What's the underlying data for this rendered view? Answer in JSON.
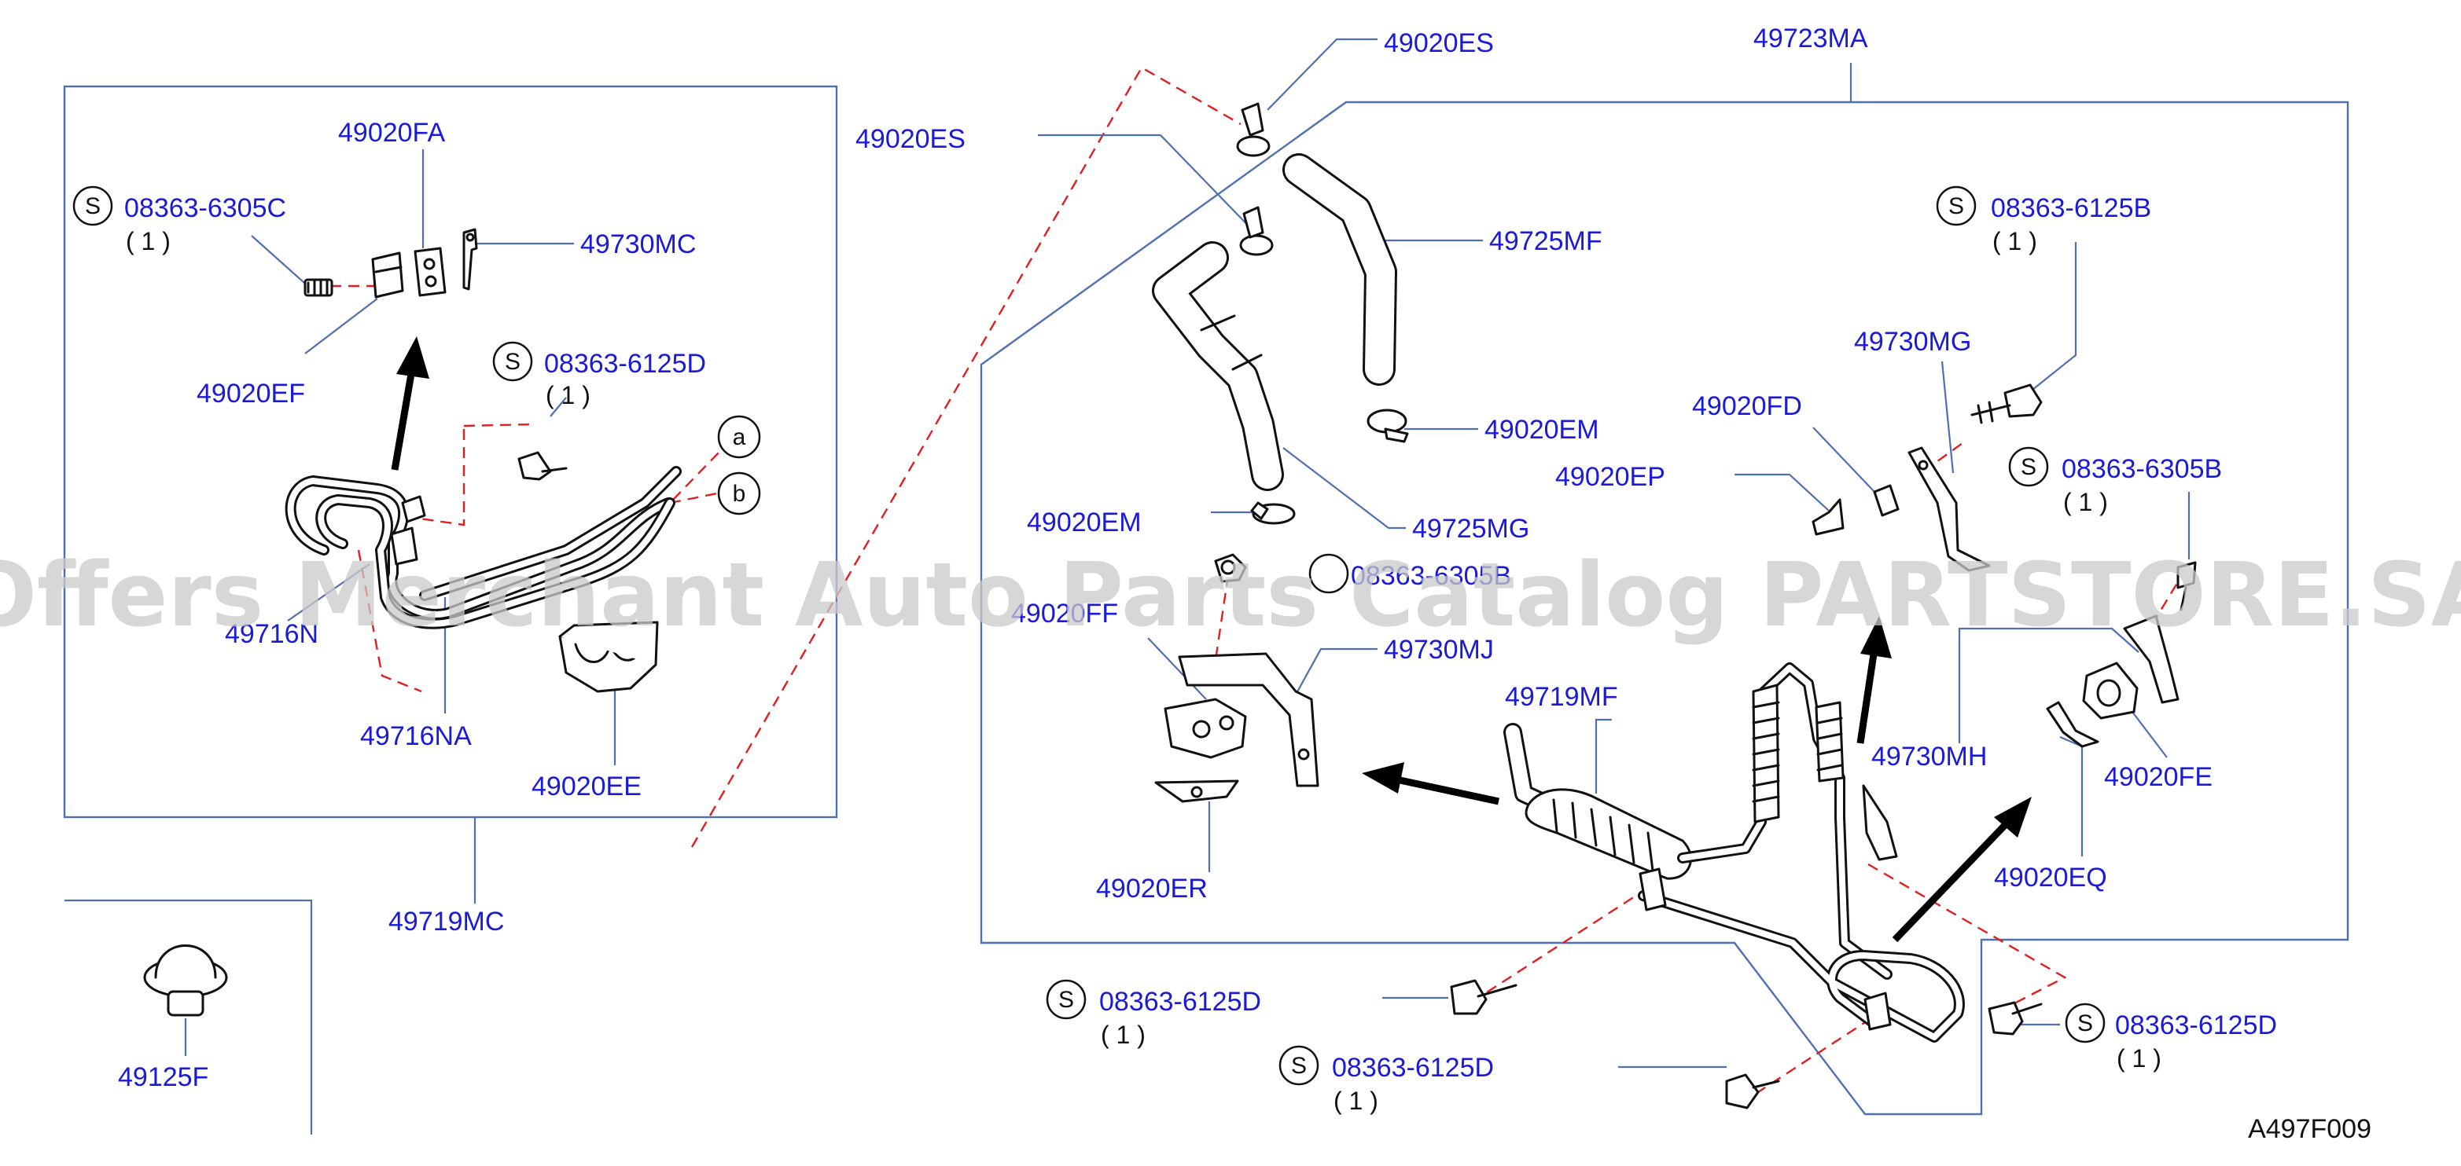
{
  "watermark": "Offers Merchant Auto Parts Catalog PARTSTORE.SA",
  "diagram_code": "A497F009",
  "symbols": {
    "s": "S",
    "a": "a",
    "b": "b",
    "qty_one": "( 1 )"
  },
  "parts": {
    "p49020FA": "49020FA",
    "p49730MC": "49730MC",
    "p49020EF": "49020EF",
    "p08363_6305C": "08363-6305C",
    "p08363_6125D_top": "08363-6125D",
    "p49716N": "49716N",
    "p49716NA": "49716NA",
    "p49020EE": "49020EE",
    "p49719MC": "49719MC",
    "p49125F": "49125F",
    "p49020ES_top": "49020ES",
    "p49020ES_left": "49020ES",
    "p49723MA": "49723MA",
    "p49725MF": "49725MF",
    "p08363_6125B": "08363-6125B",
    "p49730MG": "49730MG",
    "p49020FD": "49020FD",
    "p49020EM_right": "49020EM",
    "p49020EP": "49020EP",
    "p08363_6305B_right": "08363-6305B",
    "p49725MG": "49725MG",
    "p49020EM_left": "49020EM",
    "p08363_6305B_mid": "08363-6305B",
    "p49020FF": "49020FF",
    "p49730MJ": "49730MJ",
    "p49719MF": "49719MF",
    "p49730MH": "49730MH",
    "p49020FE": "49020FE",
    "p49020ER": "49020ER",
    "p49020EQ": "49020EQ",
    "p08363_6125D_bl": "08363-6125D",
    "p08363_6125D_bm": "08363-6125D",
    "p08363_6125D_br": "08363-6125D"
  }
}
